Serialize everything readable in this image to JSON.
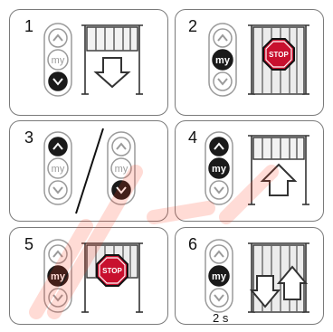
{
  "steps": [
    {
      "number": "1",
      "remote": [
        "up",
        "my",
        "down-active"
      ],
      "blind": "down-arrow"
    },
    {
      "number": "2",
      "remote": [
        "up",
        "my-active",
        "down"
      ],
      "blind": "stop-sign",
      "sign_text": "STOP"
    },
    {
      "number": "3",
      "remotes": [
        [
          "up-active",
          "my",
          "down"
        ],
        [
          "up",
          "my",
          "down-active"
        ]
      ],
      "separator": "slash"
    },
    {
      "number": "4",
      "remote": [
        "up-active",
        "my-active",
        "down"
      ],
      "blind": "up-arrow"
    },
    {
      "number": "5",
      "remote": [
        "up",
        "my-active",
        "down"
      ],
      "blind": "stop-sign",
      "sign_text": "STOP"
    },
    {
      "number": "6",
      "remote": [
        "up",
        "my-active",
        "down"
      ],
      "blind": "down-up-arrows",
      "caption": "2 s"
    }
  ],
  "button_label_my": "my",
  "colors": {
    "border": "#7a7a7a",
    "active": "#1a1a1a",
    "stop": "#c8102e",
    "watermark": "#ff3b1f"
  }
}
